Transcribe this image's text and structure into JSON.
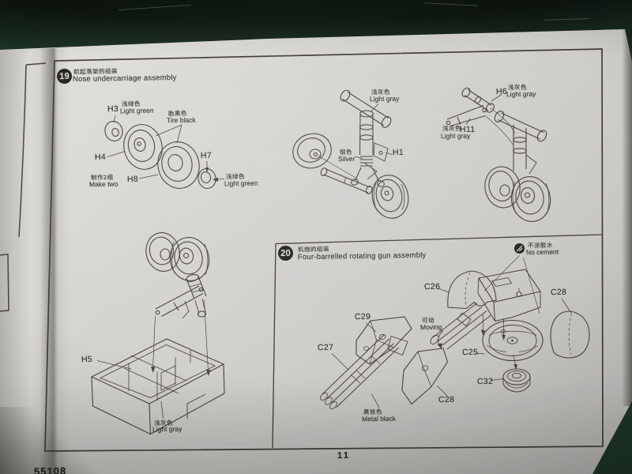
{
  "photo": {
    "surface": "green-cutting-mat",
    "mat_color": "#1d3527",
    "paper_color": "#d8d6d1",
    "ink_color": "#45423c"
  },
  "doc": {
    "page_number": "11",
    "kit_number_partial": "55108"
  },
  "step19": {
    "number": "19",
    "title_zh": "前起落架的组装",
    "title_en": "Nose undercarriage assembly",
    "labels": {
      "h3": "H3",
      "h4": "H4",
      "h7": "H7",
      "h8": "H8",
      "h1": "H1",
      "h6": "H6",
      "h11": "H11",
      "h5": "H5",
      "light_green_zh": "浅绿色",
      "light_green_en": "Light green",
      "tire_black_zh": "胎黑色",
      "tire_black_en": "Tire black",
      "light_gray_zh": "浅灰色",
      "light_gray_en": "Light gray",
      "silver_zh": "银色",
      "silver_en": "Silver",
      "make_two_zh": "制作2组",
      "make_two_en": "Make two"
    }
  },
  "step20": {
    "number": "20",
    "title_zh": "机炮的组装",
    "title_en": "Four-barrelled rotating gun assembly",
    "labels": {
      "c26": "C26",
      "c27": "C27",
      "c28": "C28",
      "c29": "C29",
      "c25": "C25",
      "c32": "C32",
      "metal_black_zh": "黑铁色",
      "metal_black_en": "Metal black",
      "moving_zh": "可动",
      "moving_en": "Moving",
      "no_cement_zh": "不涂胶水",
      "no_cement_en": "No cement"
    }
  }
}
